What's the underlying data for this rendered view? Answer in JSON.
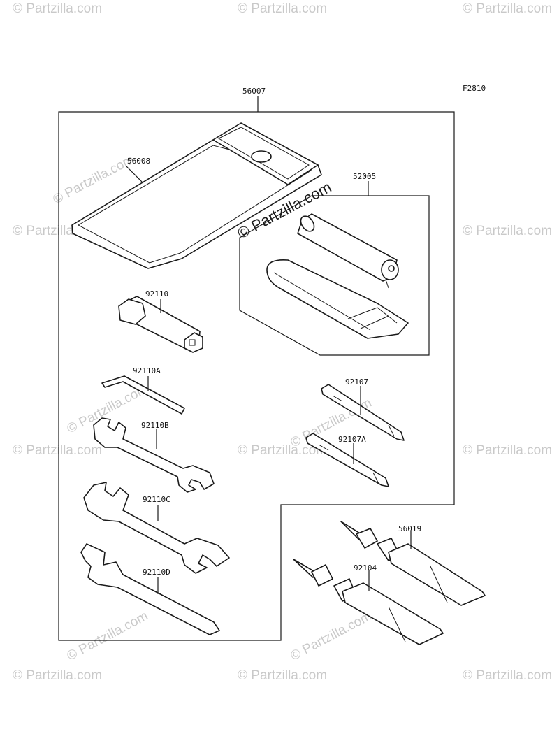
{
  "figure_code": "F2810",
  "watermark": "© Partzilla.com",
  "parts": {
    "kit": "56007",
    "pouch": "56008",
    "pump_kit": "52005",
    "box_wrench": "92110",
    "hex_key": "92110A",
    "wrench_b": "92110B",
    "wrench_c": "92110C",
    "hook_wrench": "92110D",
    "screwdriver": "92107",
    "screwdriver_a": "92107A",
    "grease_tube": "56019",
    "sealant_tube": "92104"
  }
}
